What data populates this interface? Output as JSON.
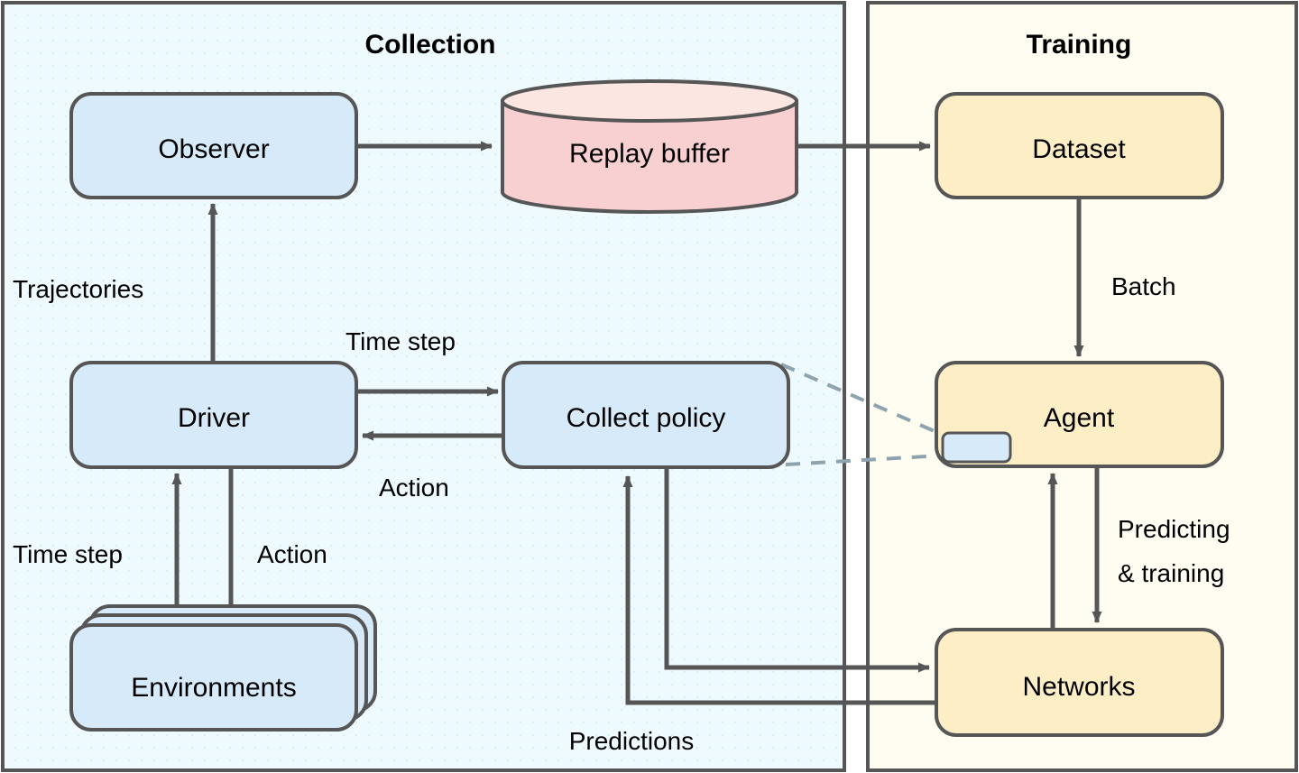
{
  "diagram": {
    "title": "Reinforcement learning collection and training architecture",
    "panels": [
      {
        "id": "collection",
        "title": "Collection",
        "bg": "#eefafd",
        "border": "#565656"
      },
      {
        "id": "training",
        "title": "Training",
        "bg": "#fffdf2",
        "border": "#565656"
      }
    ],
    "nodes": [
      {
        "id": "observer",
        "label": "Observer",
        "shape": "rounded-rect",
        "fill": "#d6eafa",
        "stroke": "#565656"
      },
      {
        "id": "replay-buffer",
        "label": "Replay buffer",
        "shape": "cylinder",
        "fill": "#f8d0d2",
        "stroke": "#565656"
      },
      {
        "id": "dataset",
        "label": "Dataset",
        "shape": "rounded-rect",
        "fill": "#fdeec6",
        "stroke": "#565656"
      },
      {
        "id": "driver",
        "label": "Driver",
        "shape": "rounded-rect",
        "fill": "#d6eafa",
        "stroke": "#565656"
      },
      {
        "id": "collect-policy",
        "label": "Collect policy",
        "shape": "rounded-rect",
        "fill": "#d6eafa",
        "stroke": "#565656"
      },
      {
        "id": "agent",
        "label": "Agent",
        "shape": "rounded-rect",
        "fill": "#fdeec6",
        "stroke": "#565656"
      },
      {
        "id": "agent-policy",
        "label": "",
        "shape": "rounded-rect",
        "fill": "#d6eafa",
        "stroke": "#565656"
      },
      {
        "id": "environments",
        "label": "Environments",
        "shape": "stacked-rect",
        "fill": "#d6eafa",
        "stroke": "#565656"
      },
      {
        "id": "networks",
        "label": "Networks",
        "shape": "rounded-rect",
        "fill": "#fdeec6",
        "stroke": "#565656"
      }
    ],
    "edges": [
      {
        "id": "observer-to-replay",
        "from": "observer",
        "to": "replay-buffer",
        "label": "",
        "style": "solid"
      },
      {
        "id": "replay-to-dataset",
        "from": "replay-buffer",
        "to": "dataset",
        "label": "",
        "style": "solid"
      },
      {
        "id": "driver-to-observer",
        "from": "driver",
        "to": "observer",
        "label": "Trajectories",
        "style": "solid"
      },
      {
        "id": "driver-to-collect-policy",
        "from": "driver",
        "to": "collect-policy",
        "label": "Time step",
        "style": "solid"
      },
      {
        "id": "collect-policy-to-driver",
        "from": "collect-policy",
        "to": "driver",
        "label": "Action",
        "style": "solid"
      },
      {
        "id": "environments-to-driver",
        "from": "environments",
        "to": "driver",
        "label": "Time step",
        "style": "solid"
      },
      {
        "id": "driver-to-environments",
        "from": "driver",
        "to": "environments",
        "label": "Action",
        "style": "solid"
      },
      {
        "id": "dataset-to-agent",
        "from": "dataset",
        "to": "agent",
        "label": "Batch",
        "style": "solid"
      },
      {
        "id": "agent-to-networks",
        "from": "agent",
        "to": "networks",
        "label": "Predicting\n& training",
        "style": "solid"
      },
      {
        "id": "networks-to-agent",
        "from": "networks",
        "to": "agent",
        "label": "",
        "style": "solid"
      },
      {
        "id": "collect-policy-to-networks",
        "from": "collect-policy",
        "to": "networks",
        "label": "",
        "style": "solid"
      },
      {
        "id": "networks-to-collect-policy",
        "from": "networks",
        "to": "collect-policy",
        "label": "Predictions",
        "style": "solid"
      },
      {
        "id": "collect-policy-agent-link-top",
        "from": "collect-policy",
        "to": "agent-policy",
        "label": "",
        "style": "dashed"
      },
      {
        "id": "collect-policy-agent-link-bottom",
        "from": "collect-policy",
        "to": "agent-policy",
        "label": "",
        "style": "dashed"
      }
    ],
    "labels": {
      "collection": "Collection",
      "training": "Training",
      "observer": "Observer",
      "replay_buffer": "Replay buffer",
      "dataset": "Dataset",
      "driver": "Driver",
      "collect_policy": "Collect policy",
      "agent": "Agent",
      "environments": "Environments",
      "networks": "Networks",
      "trajectories": "Trajectories",
      "time_step_top": "Time step",
      "time_step_bottom": "Time step",
      "action_mid": "Action",
      "action_bottom": "Action",
      "batch": "Batch",
      "predicting_line1": "Predicting",
      "predicting_line2": "& training",
      "predictions": "Predictions"
    },
    "colors": {
      "blue_fill": "#d6eafa",
      "yellow_fill": "#fdeec6",
      "pink_fill": "#f8d0d2",
      "pink_top": "#fbe6e1",
      "stroke": "#565656",
      "collection_bg": "#eefafd",
      "training_bg": "#fffdf2",
      "dashed_stroke": "#8fa3ae",
      "text": "#000000"
    }
  }
}
